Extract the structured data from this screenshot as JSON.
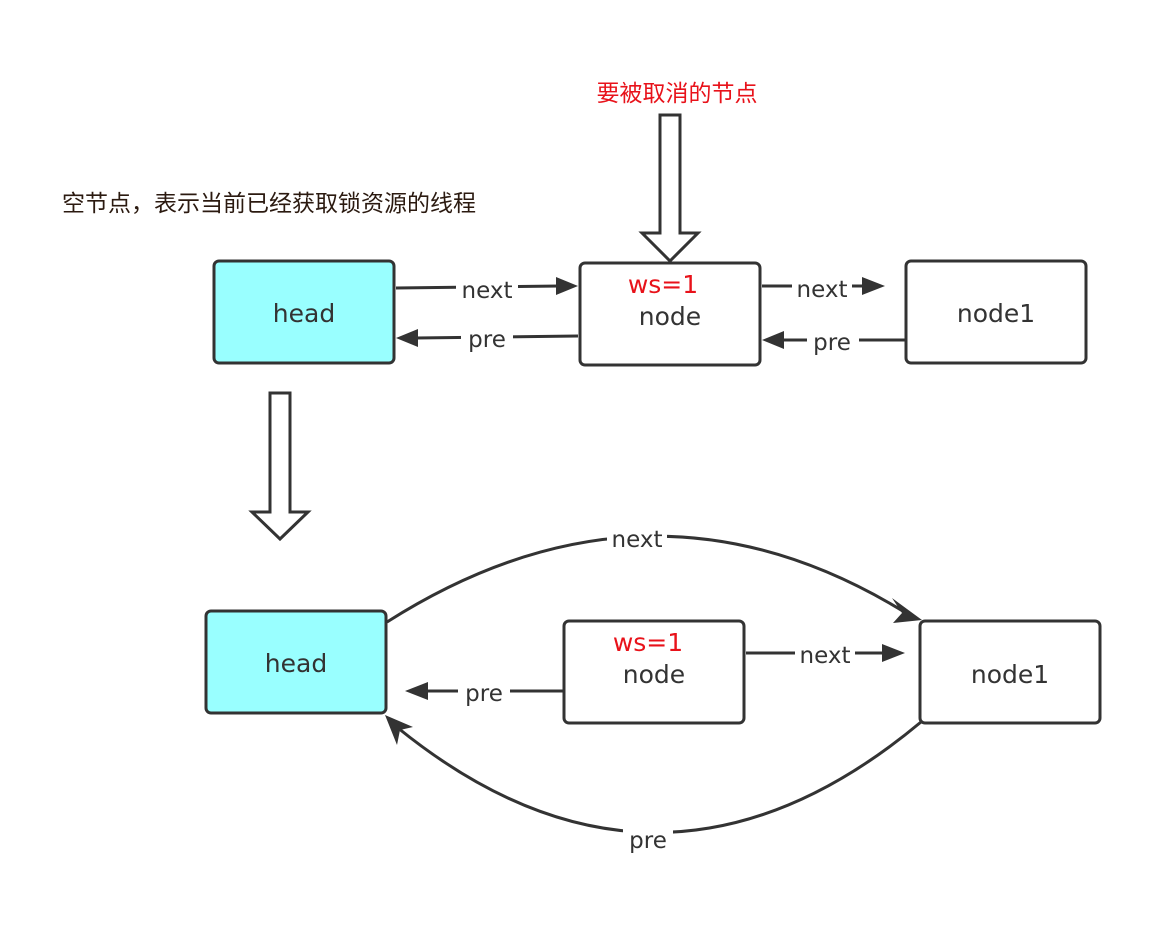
{
  "annotations": {
    "cancel_note": "要被取消的节点",
    "head_note": "空节点，表示当前已经获取锁资源的线程"
  },
  "top_row": {
    "head_label": "head",
    "node_label": "node",
    "node_status": "ws=1",
    "node1_label": "node1",
    "head_next": "next",
    "head_pre": "pre",
    "node_next": "next",
    "node_pre": "pre"
  },
  "bottom_row": {
    "head_label": "head",
    "node_label": "node",
    "node_status": "ws=1",
    "node1_label": "node1",
    "arc_next": "next",
    "arc_pre": "pre",
    "node_next": "next",
    "node_pre": "pre"
  },
  "colors": {
    "head_fill": "#99ffff",
    "node_fill": "#ffffff",
    "stroke": "#333333",
    "highlight": "#e8121a"
  }
}
